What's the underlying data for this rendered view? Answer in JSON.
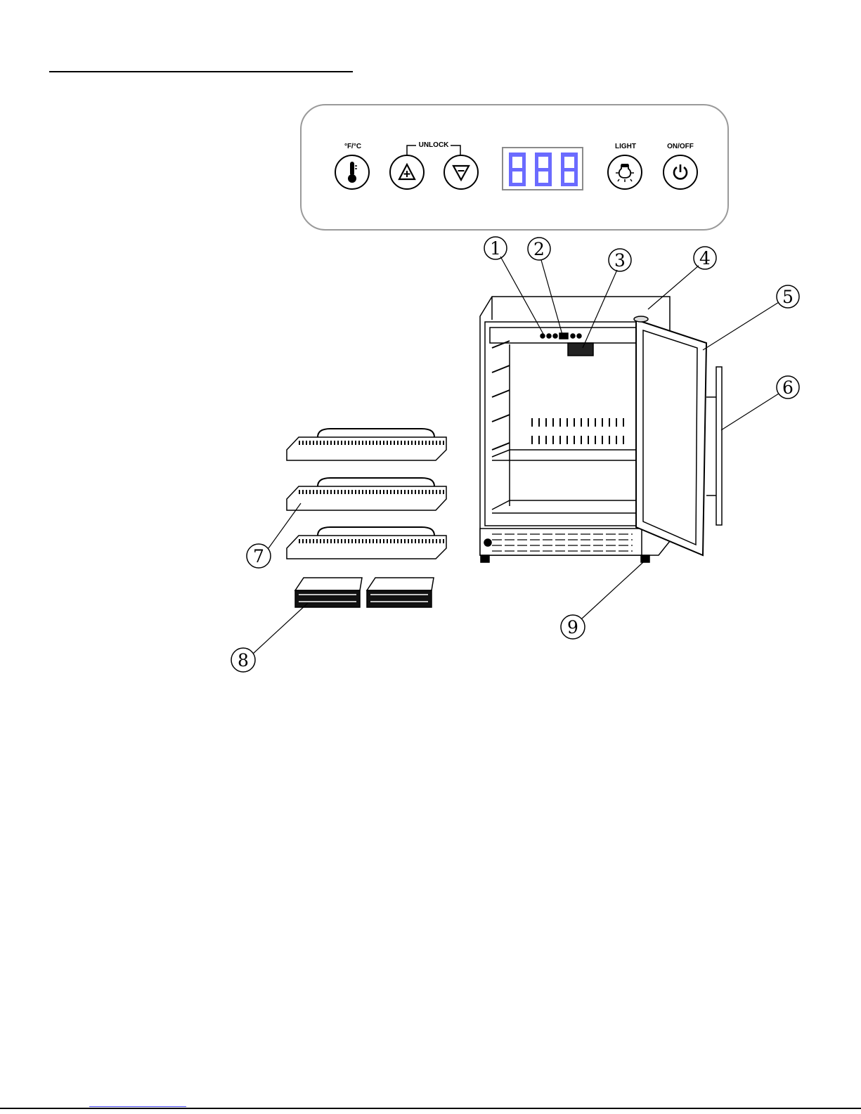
{
  "control_panel": {
    "temp_unit_label": "°F/°C",
    "unlock_label": "UNLOCK",
    "light_label": "LIGHT",
    "power_label": "ON/OFF",
    "display_digits": [
      "8",
      "8",
      "8"
    ],
    "display_color": "#6b6bff",
    "buttons": [
      {
        "icon": "thermometer-icon"
      },
      {
        "icon": "up-arrow-icon"
      },
      {
        "icon": "down-arrow-icon"
      },
      {
        "icon": "light-bulb-icon"
      },
      {
        "icon": "power-icon"
      }
    ]
  },
  "callouts": [
    "1",
    "2",
    "3",
    "4",
    "5",
    "6",
    "7",
    "8",
    "9"
  ]
}
